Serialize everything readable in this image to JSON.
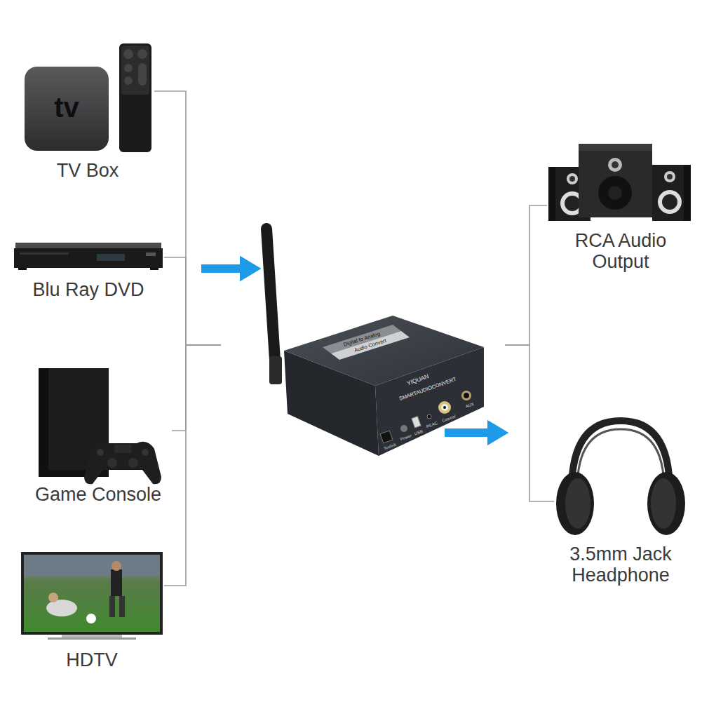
{
  "diagram": {
    "nodes": [
      {
        "text": [
          "tv",
          "TV Box"
        ]
      },
      {
        "text": [
          "Blu Ray DVD"
        ]
      },
      {
        "text": [
          "Game Console"
        ]
      },
      {
        "text": [
          "HDTV"
        ]
      },
      {
        "text": [
          "Digital to Analog",
          "Audio Convert",
          "YIQUAN",
          "SMARTAUDIOCONVERT",
          "Toslink",
          "Power",
          "USB",
          "REAC",
          "Coaxial",
          "AUX"
        ]
      },
      {
        "text": [
          "RCA Audio Output"
        ]
      },
      {
        "text": [
          "3.5mm Jack Headphone"
        ]
      }
    ],
    "edges": [
      {
        "from": 0,
        "to": 4,
        "arrow": "to"
      },
      {
        "from": 1,
        "to": 4,
        "arrow": "to"
      },
      {
        "from": 2,
        "to": 4,
        "arrow": "to"
      },
      {
        "from": 3,
        "to": 4,
        "arrow": "to"
      },
      {
        "from": 4,
        "to": 5,
        "arrow": "to"
      },
      {
        "from": 4,
        "to": 6,
        "arrow": "to"
      }
    ]
  }
}
